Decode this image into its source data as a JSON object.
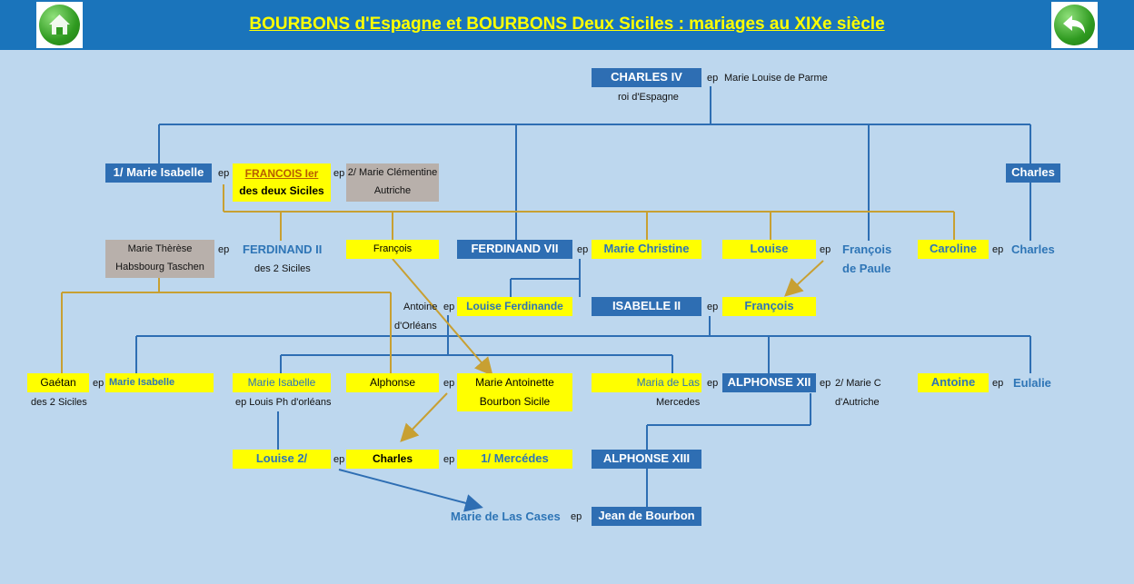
{
  "header": {
    "title": "BOURBONS d'Espagne et BOURBONS Deux Siciles : mariages au XIXe siècle"
  },
  "ep": "ep",
  "people": {
    "charles_iv": "CHARLES IV",
    "charles_iv_spouse": "Marie Louise de Parme",
    "charles_iv_sub": "roi d'Espagne",
    "marie_isabelle_1": "1/ Marie Isabelle",
    "francois_1_a": "FRANCOIS Ier",
    "francois_1_b": "des deux Siciles",
    "marie_clementine_a": "2/ Marie Clémentine",
    "marie_clementine_b": "Autriche",
    "charles_top": "Charles",
    "marie_therese_a": "Marie Thèrèse",
    "marie_therese_b": "Habsbourg Taschen",
    "ferdinand_ii": "FERDINAND II",
    "ferdinand_ii_sub": "des 2 Siciles",
    "francois_sicile": "François",
    "ferdinand_vii": "FERDINAND VII",
    "marie_christine": "Marie Christine",
    "louise": "Louise",
    "francois_de_paule_a": "François",
    "francois_de_paule_b": "de Paule",
    "caroline": "Caroline",
    "charles_caroline": "Charles",
    "antoine_orleans_a": "Antoine",
    "antoine_orleans_b": "d'Orléans",
    "louise_ferdinande": "Louise Ferdinande",
    "isabelle_ii": "ISABELLE II",
    "francois_isabelle": "François",
    "gaetan": "Gaétan",
    "gaetan_sub": "des 2 Siciles",
    "marie_isabelle_gaetan": "Marie Isabelle",
    "marie_isabelle_2": "Marie Isabelle",
    "marie_isabelle_2_spouse": "ep Louis Ph d'orléans",
    "alphonse": "Alphonse",
    "marie_antoinette_a": "Marie Antoinette",
    "marie_antoinette_b": "Bourbon Sicile",
    "maria_de_las": "Maria de Las",
    "mercedes_sub": "Mercedes",
    "alphonse_xii": "ALPHONSE XII",
    "marie_c_a": "2/ Marie C",
    "marie_c_b": "d'Autriche",
    "antoine": "Antoine",
    "eulalie": "Eulalie",
    "louise_2": "Louise 2/",
    "charles_bottom": "Charles",
    "mercedes_1": "1/ Mercédes",
    "alphonse_xiii": "ALPHONSE XIII",
    "marie_de_las_cases": "Marie de Las Cases",
    "jean_de_bourbon": "Jean de Bourbon"
  },
  "colors": {
    "background": "#bdd7ee",
    "header": "#1a74bb",
    "blue_box": "#2e6eb3",
    "yellow_box": "#ffff00",
    "gray_box": "#b8b0ab",
    "blue_line": "#2e6eb3",
    "gold_line": "#c8a032",
    "blue_text": "#2e75b6"
  },
  "icons": {
    "home": "home-icon",
    "back": "back-arrow-icon"
  }
}
